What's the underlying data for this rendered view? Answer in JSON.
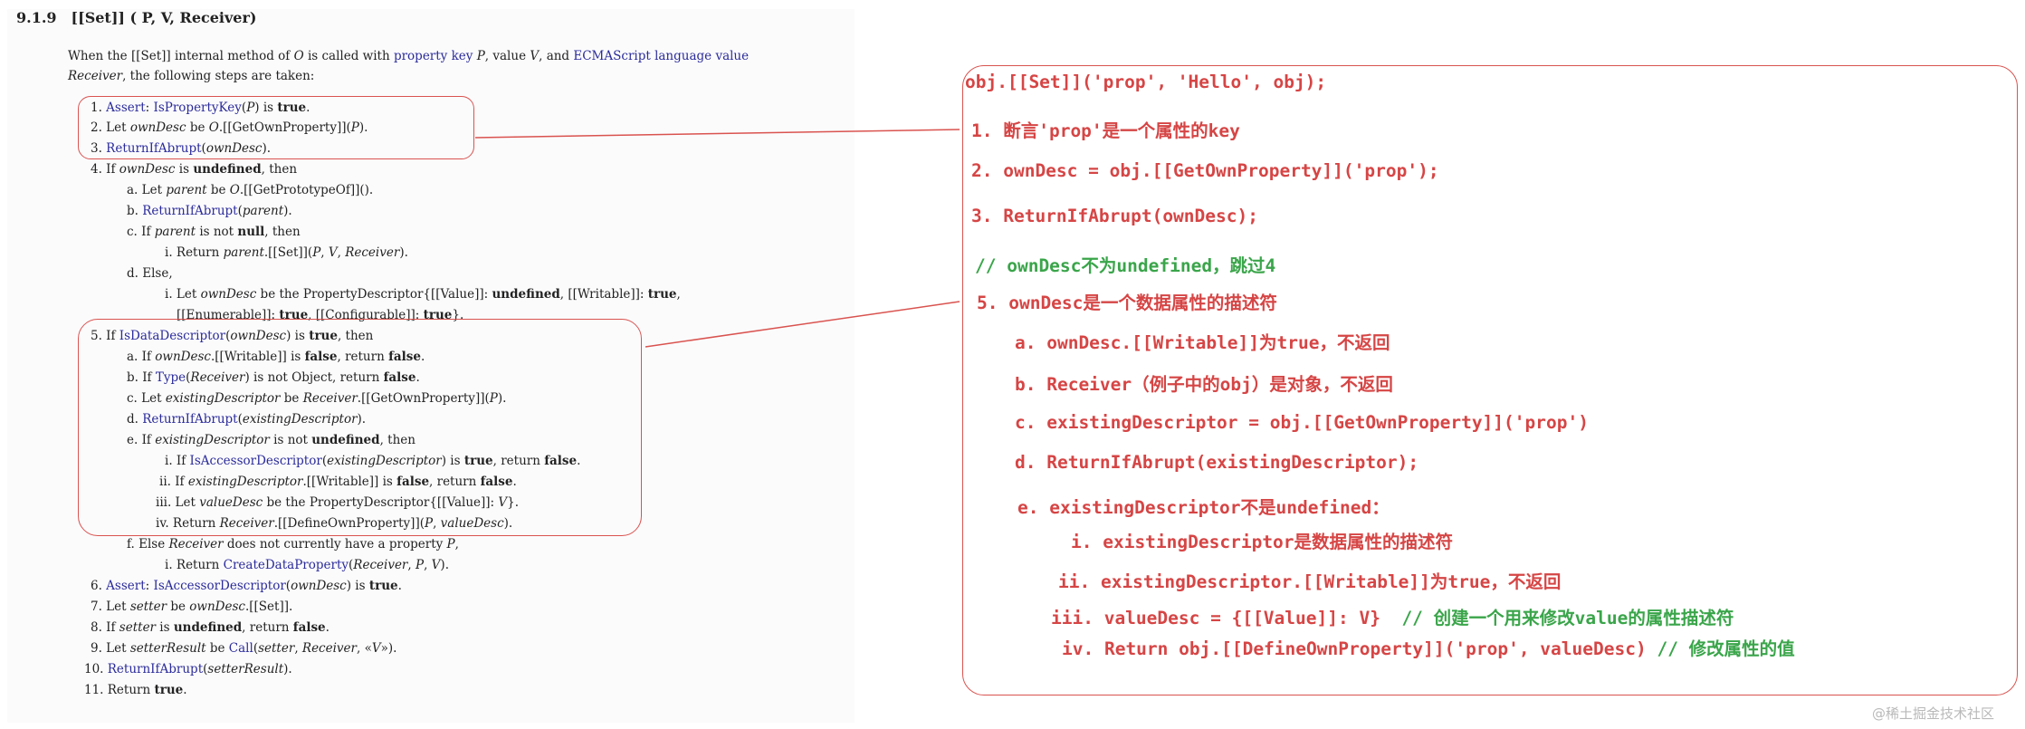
{
  "section": {
    "number": "9.1.9",
    "title": "[[Set]] ( P, V, Receiver)"
  },
  "spec": {
    "intro_l1": [
      "When the [[Set]] internal method of ",
      "O",
      " is called with ",
      "property key",
      " ",
      "P",
      ", value ",
      "V",
      ", and ",
      "ECMAScript language value"
    ],
    "intro_l2": [
      "Receiver",
      ", the following steps are taken:"
    ],
    "s1": [
      "1. ",
      "Assert",
      ": ",
      "IsPropertyKey",
      "(",
      "P",
      ") is ",
      "true",
      "."
    ],
    "s2": [
      "2. Let ",
      "ownDesc",
      " be ",
      "O",
      ".[[GetOwnProperty]](",
      "P",
      ")."
    ],
    "s3": [
      "3. ",
      "ReturnIfAbrupt",
      "(",
      "ownDesc",
      ")."
    ],
    "s4": [
      "4. If ",
      "ownDesc",
      " is ",
      "undefined",
      ", then"
    ],
    "s4a": [
      "a. Let ",
      "parent",
      " be ",
      "O",
      ".[[GetPrototypeOf]]()."
    ],
    "s4b": [
      "b. ",
      "ReturnIfAbrupt",
      "(",
      "parent",
      ")."
    ],
    "s4c": [
      "c. If ",
      "parent",
      " is not ",
      "null",
      ", then"
    ],
    "s4ci": [
      "i. Return ",
      "parent",
      ".[[Set]](",
      "P",
      ", ",
      "V",
      ", ",
      "Receiver",
      ")."
    ],
    "s4d": [
      "d. Else,"
    ],
    "s4di": [
      "i. Let ",
      "ownDesc",
      " be the PropertyDescriptor{[[Value]]: ",
      "undefined",
      ", [[Writable]]: ",
      "true",
      ","
    ],
    "s4di2": [
      "[[Enumerable]]: ",
      "true",
      ", [[Configurable]]: ",
      "true",
      "}."
    ],
    "s5": [
      "5. If ",
      "IsDataDescriptor",
      "(",
      "ownDesc",
      ") is ",
      "true",
      ", then"
    ],
    "s5a": [
      "a. If ",
      "ownDesc",
      ".[[Writable]] is ",
      "false",
      ", return ",
      "false",
      "."
    ],
    "s5b": [
      "b. If ",
      "Type",
      "(",
      "Receiver",
      ") is not Object, return ",
      "false",
      "."
    ],
    "s5c": [
      "c. Let ",
      "existingDescriptor",
      " be ",
      "Receiver",
      ".[[GetOwnProperty]](",
      "P",
      ")."
    ],
    "s5d": [
      "d. ",
      "ReturnIfAbrupt",
      "(",
      "existingDescriptor",
      ")."
    ],
    "s5e": [
      "e. If ",
      "existingDescriptor",
      " is not ",
      "undefined",
      ", then"
    ],
    "s5ei": [
      "i. If ",
      "IsAccessorDescriptor",
      "(",
      "existingDescriptor",
      ") is ",
      "true",
      ", return ",
      "false",
      "."
    ],
    "s5eii": [
      "ii. If ",
      "existingDescriptor",
      ".[[Writable]] is ",
      "false",
      ", return ",
      "false",
      "."
    ],
    "s5eiii": [
      "iii. Let ",
      "valueDesc",
      " be the PropertyDescriptor{[[Value]]: ",
      "V",
      "}."
    ],
    "s5eiv": [
      "iv. Return ",
      "Receiver",
      ".[[DefineOwnProperty]](",
      "P",
      ", ",
      "valueDesc",
      ")."
    ],
    "s5f": [
      "f. Else ",
      "Receiver",
      " does not currently have a property ",
      "P",
      ","
    ],
    "s5fi": [
      "i. Return ",
      "CreateDataProperty",
      "(",
      "Receiver",
      ", ",
      "P",
      ", ",
      "V",
      ")."
    ],
    "s6": [
      "6. ",
      "Assert",
      ": ",
      "IsAccessorDescriptor",
      "(",
      "ownDesc",
      ") is ",
      "true",
      "."
    ],
    "s7": [
      "7. Let ",
      "setter",
      " be ",
      "ownDesc",
      ".[[Set]]."
    ],
    "s8": [
      "8. If ",
      "setter",
      " is ",
      "undefined",
      ", return ",
      "false",
      "."
    ],
    "s9": [
      "9. Let ",
      "setterResult",
      " be ",
      "Call",
      "(",
      "setter",
      ", ",
      "Receiver",
      ", «",
      "V",
      "»)."
    ],
    "s10": [
      "10. ",
      "ReturnIfAbrupt",
      "(",
      "setterResult",
      ")."
    ],
    "s11": [
      "11. Return ",
      "true",
      "."
    ]
  },
  "callout": {
    "header": "obj.[[Set]]('prop', 'Hello', obj);",
    "l1": "1. 断言'prop'是一个属性的key",
    "l2": "2. ownDesc = obj.[[GetOwnProperty]]('prop');",
    "l3": "3. ReturnIfAbrupt(ownDesc);",
    "c4": "// ownDesc不为undefined，跳过4",
    "l5": "5. ownDesc是一个数据属性的描述符",
    "l5a": "a. ownDesc.[[Writable]]为true，不返回",
    "l5b": "b. Receiver（例子中的obj）是对象，不返回",
    "l5c": "c. existingDescriptor = obj.[[GetOwnProperty]]('prop')",
    "l5d": "d. ReturnIfAbrupt(existingDescriptor);",
    "l5e": "e. existingDescriptor不是undefined：",
    "l5ei": "i. existingDescriptor是数据属性的描述符",
    "l5eii": "ii. existingDescriptor.[[Writable]]为true，不返回",
    "l5eiii_code": "iii. valueDesc = {[[Value]]: V}",
    "l5eiii_comment": "// 创建一个用来修改value的属性描述符",
    "l5eiv_code": "iv. Return obj.[[DefineOwnProperty]]('prop', valueDesc)",
    "l5eiv_comment": "// 修改属性的值"
  },
  "watermark": "@稀土掘金技术社区",
  "colors": {
    "annotation_red": "#d64545",
    "comment_green": "#3aa54a",
    "spec_link": "#2b2b9a",
    "box_border": "#d9534f"
  }
}
